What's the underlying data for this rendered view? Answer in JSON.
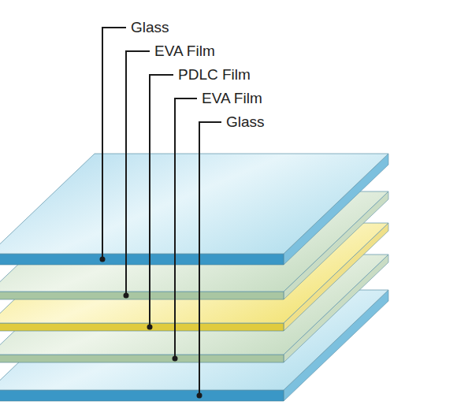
{
  "diagram": {
    "labels": [
      "Glass",
      "EVA Film",
      "PDLC Film",
      "EVA Film",
      "Glass"
    ]
  }
}
